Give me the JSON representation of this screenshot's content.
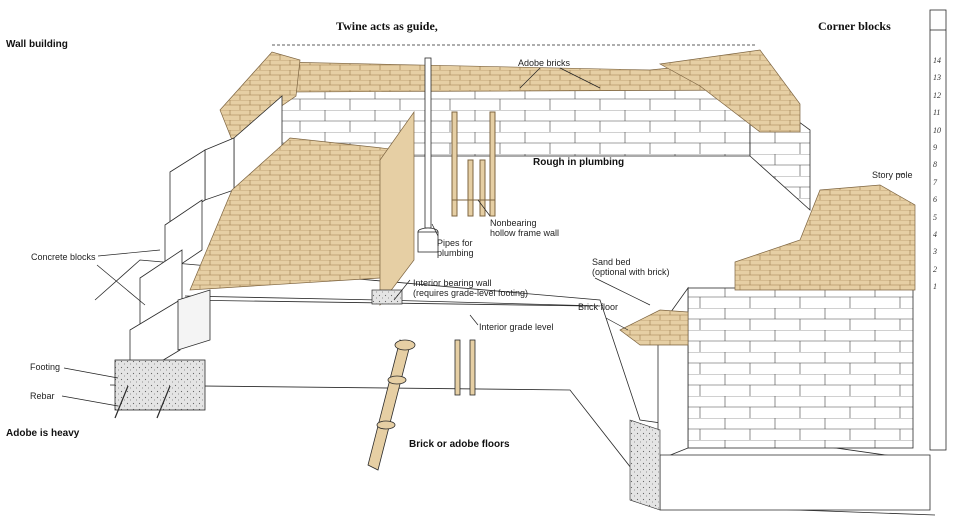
{
  "headings": {
    "twine": "Twine acts as guide,",
    "corner_blocks": "Corner blocks",
    "wall_building": "Wall building",
    "rough_in_plumbing": "Rough in plumbing",
    "adobe_heavy": "Adobe is heavy",
    "brick_adobe_floors": "Brick or adobe floors"
  },
  "labels": {
    "adobe_bricks": "Adobe bricks",
    "story_pole": "Story pole",
    "concrete_blocks": "Concrete blocks",
    "pipes_for_plumbing": "Pipes for\nplumbing",
    "nonbearing_wall": "Nonbearing\nhollow frame wall",
    "sand_bed": "Sand bed\n(optional with brick)",
    "interior_bearing_wall": "Interior bearing wall\n(requires grade-level footing)",
    "brick_floor": "Brick floor",
    "interior_grade_level": "Interior grade level",
    "footing": "Footing",
    "rebar": "Rebar"
  },
  "story_pole_ticks": [
    "14",
    "13",
    "12",
    "11",
    "10",
    "9",
    "8",
    "7",
    "6",
    "5",
    "4",
    "3",
    "2",
    "1"
  ],
  "colors": {
    "adobe": "#e6cfa4",
    "adobe_dark": "#c9ab78",
    "line": "#2a2a2a",
    "footing": "#dcdcdc"
  }
}
